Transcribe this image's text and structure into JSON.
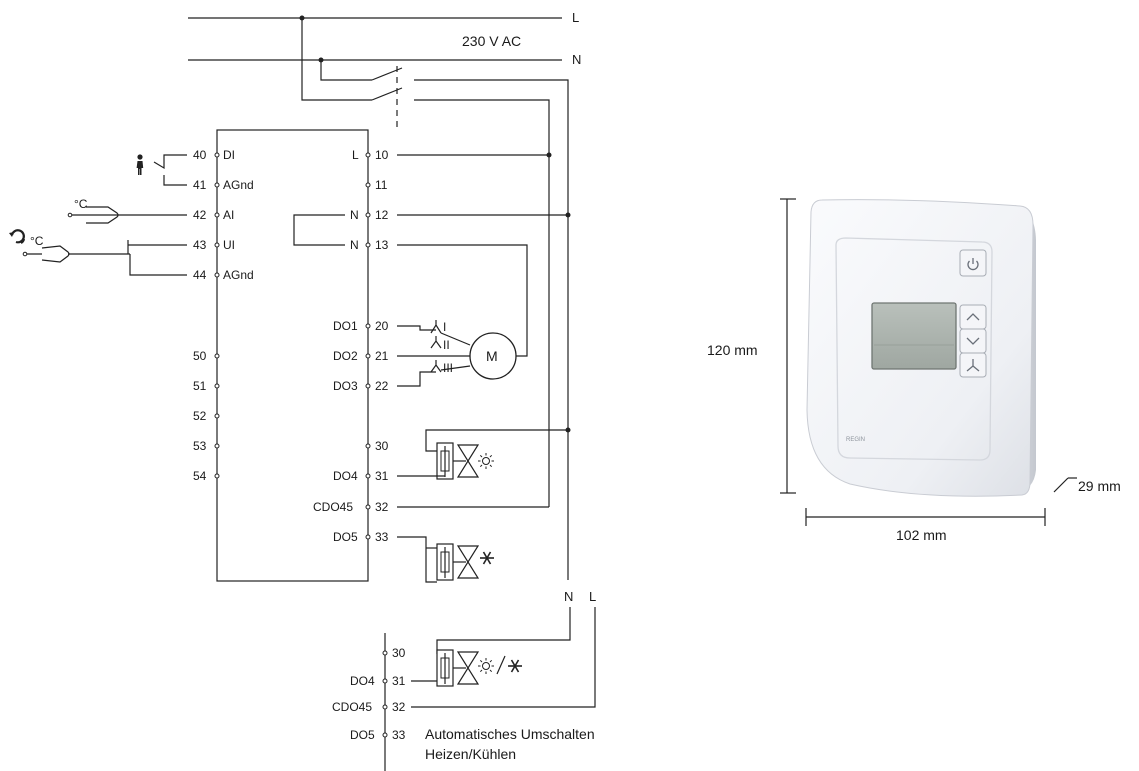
{
  "supply": {
    "line_l": "L",
    "line_n": "N",
    "voltage": "230 V AC"
  },
  "left_terminals": [
    {
      "num": "40",
      "label": "DI"
    },
    {
      "num": "41",
      "label": "AGnd"
    },
    {
      "num": "42",
      "label": "AI"
    },
    {
      "num": "43",
      "label": "UI"
    },
    {
      "num": "44",
      "label": "AGnd"
    },
    {
      "num": "50",
      "label": ""
    },
    {
      "num": "51",
      "label": ""
    },
    {
      "num": "52",
      "label": ""
    },
    {
      "num": "53",
      "label": ""
    },
    {
      "num": "54",
      "label": ""
    }
  ],
  "right_terminals": [
    {
      "num": "10",
      "label": "L"
    },
    {
      "num": "11",
      "label": ""
    },
    {
      "num": "12",
      "label": "N"
    },
    {
      "num": "13",
      "label": "N"
    },
    {
      "num": "20",
      "label": "DO1"
    },
    {
      "num": "21",
      "label": "DO2"
    },
    {
      "num": "22",
      "label": "DO3"
    },
    {
      "num": "30",
      "label": ""
    },
    {
      "num": "31",
      "label": "DO4"
    },
    {
      "num": "32",
      "label": "CDO45"
    },
    {
      "num": "33",
      "label": "DO5"
    }
  ],
  "sensor_labels": {
    "temp1": "°C",
    "temp2": "°C"
  },
  "fan_stages": [
    "I",
    "II",
    "III"
  ],
  "motor_label": "M",
  "alt": {
    "n_label": "N",
    "l_label": "L",
    "terminals": [
      {
        "num": "30",
        "label": ""
      },
      {
        "num": "31",
        "label": "DO4"
      },
      {
        "num": "32",
        "label": "CDO45"
      },
      {
        "num": "33",
        "label": "DO5"
      }
    ],
    "caption_line1": "Automatisches Umschalten",
    "caption_line2": "Heizen/Kühlen"
  },
  "dimensions": {
    "height": "120 mm",
    "width": "102 mm",
    "depth": "29 mm"
  },
  "device": {
    "brand": "REGIN"
  },
  "icons": [
    "person-icon",
    "rotary-setpoint-icon",
    "sun-icon",
    "snowflake-icon",
    "power-icon",
    "chevron-up-icon",
    "chevron-down-icon",
    "fan-icon"
  ]
}
